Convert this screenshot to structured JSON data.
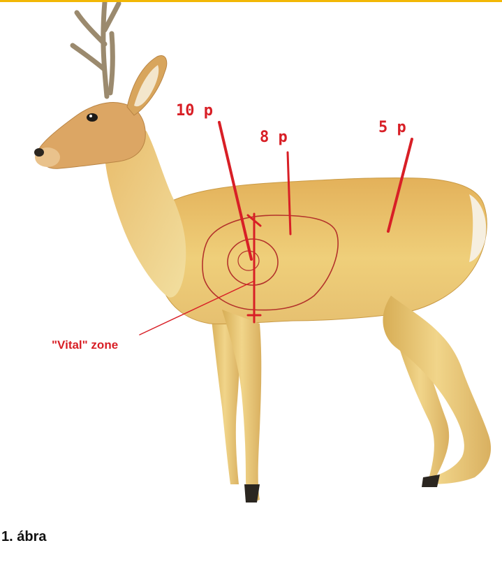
{
  "diagram": {
    "zone_labels": {
      "ten": "10 p",
      "eight": "8 p",
      "five": "5 p",
      "vital": "\"Vital\" zone"
    },
    "colors": {
      "annotation": "#d81f26",
      "ring": "#b3322b",
      "deer_body": "#ecc66a",
      "deer_shade": "#d9a54a",
      "antler": "#9b8a6e",
      "accent_rule": "#f2b705"
    }
  },
  "caption": "1. ábra"
}
